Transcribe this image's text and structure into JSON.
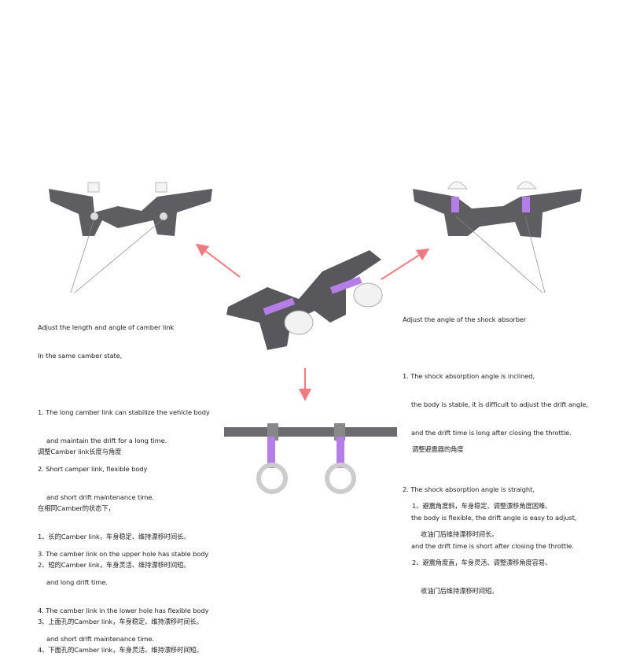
{
  "left_en": {
    "title": "Adjust the length and angle of camber link",
    "subtitle": "In the same camber state,",
    "items": [
      [
        "1. The long camber link can stabilize the vehicle body",
        "and maintain the drift for a long time."
      ],
      [
        "2. Short camper link, flexible body",
        "and short drift maintenance time."
      ],
      [
        "3. The camber link on the upper hole has stable body",
        "and long drift time."
      ],
      [
        "4. The camber link in the lower hole has flexible body",
        "and short drift maintenance time."
      ]
    ]
  },
  "left_cn": {
    "title": "调整Camber link长度与角度",
    "subtitle": "在相同Camber的状态下，",
    "items": [
      "1、长的Camber link，车身稳定、维持漂移时间长。",
      "2、短的Camber link，车身灵活、维持漂移时间短。",
      "3、上面孔的Camber link，车身稳定、维持漂移时间长。",
      "4、下面孔的Camber link，车身灵活、维持漂移时间短。"
    ]
  },
  "right_en": {
    "title": "Adjust the angle of the shock absorber",
    "items": [
      [
        "1. The shock absorption angle is inclined,",
        "the body is stable, it is difficult to adjust the drift angle,",
        "and the drift time is long after closing the throttle."
      ],
      [
        "2. The shock absorption angle is straight,",
        "the body is flexible, the drift angle is easy to adjust,",
        "and the drift time is short after closing the throttle."
      ]
    ]
  },
  "right_cn": {
    "title": "调整避震器的角度",
    "items": [
      [
        "1、避震角度斜，车身稳定、调整漂移角度困难、",
        "收油门后维持漂移时间长。"
      ],
      [
        "2、避震角度直，车身灵活、调整漂移角度容易、",
        "收油门后维持漂移时间短。"
      ]
    ]
  },
  "colors": {
    "arrow": "#f07a80",
    "part": "#5a5a5e",
    "accent": "#b57ee6"
  }
}
